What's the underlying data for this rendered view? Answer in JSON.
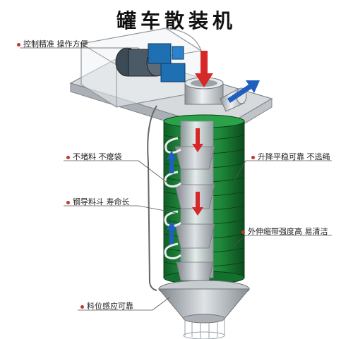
{
  "title": "罐车散装机",
  "labels": {
    "precise": "控制精准  操作方便",
    "no_block": "不堵料  不瘪袋",
    "lift": "升降平稳可靠  不逃绳",
    "steel": "钢导料斗  寿命长",
    "belt": "外伸缩带强度高  易清洁",
    "sensor": "料位感应可靠"
  },
  "colors": {
    "accent_red": "#d62828",
    "accent_blue": "#1f5fbf",
    "body_green": "#1e8a3a",
    "steel": "#c9ced3",
    "frame": "#8d949a"
  }
}
